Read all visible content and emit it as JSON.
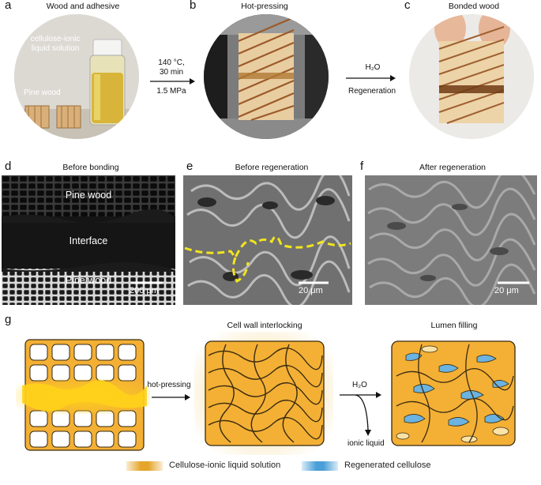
{
  "panels": {
    "a": {
      "letter": "a",
      "title": "Wood and adhesive",
      "label_solution": "cellulose-ionic\nliquid solution",
      "label_wood": "Pine wood"
    },
    "arrow1": {
      "line1": "140 °C,",
      "line2": "30 min",
      "line3": "1.5 MPa"
    },
    "b": {
      "letter": "b",
      "title": "Hot-pressing"
    },
    "arrow2": {
      "top": "H₂O",
      "bottom": "Regeneration"
    },
    "c": {
      "letter": "c",
      "title": "Bonded wood"
    },
    "d": {
      "letter": "d",
      "title": "Before bonding",
      "top_label": "Pine wood",
      "mid_label": "Interface",
      "bottom_label": "Pine wood",
      "scale": "200 μm"
    },
    "e": {
      "letter": "e",
      "title": "Before regeneration",
      "scale": "20 μm"
    },
    "f": {
      "letter": "f",
      "title": "After regeneration",
      "scale": "20 μm"
    },
    "g": {
      "letter": "g",
      "title_mid": "Cell wall interlocking",
      "title_right": "Lumen filling",
      "arrow_label": "hot-pressing",
      "h2o": "H₂O",
      "ionic": "ionic liquid"
    }
  },
  "legend": [
    {
      "label": "Cellulose-ionic liquid solution",
      "color": "#e5a52a"
    },
    {
      "label": "Regenerated cellulose",
      "color": "#4a9fd8"
    }
  ],
  "colors": {
    "wood": "#f3b035",
    "wood_stroke": "#3a2a10",
    "adhesive": "#ffd21a",
    "regen": "#5aa9dd",
    "dashed": "#f1e51e"
  }
}
